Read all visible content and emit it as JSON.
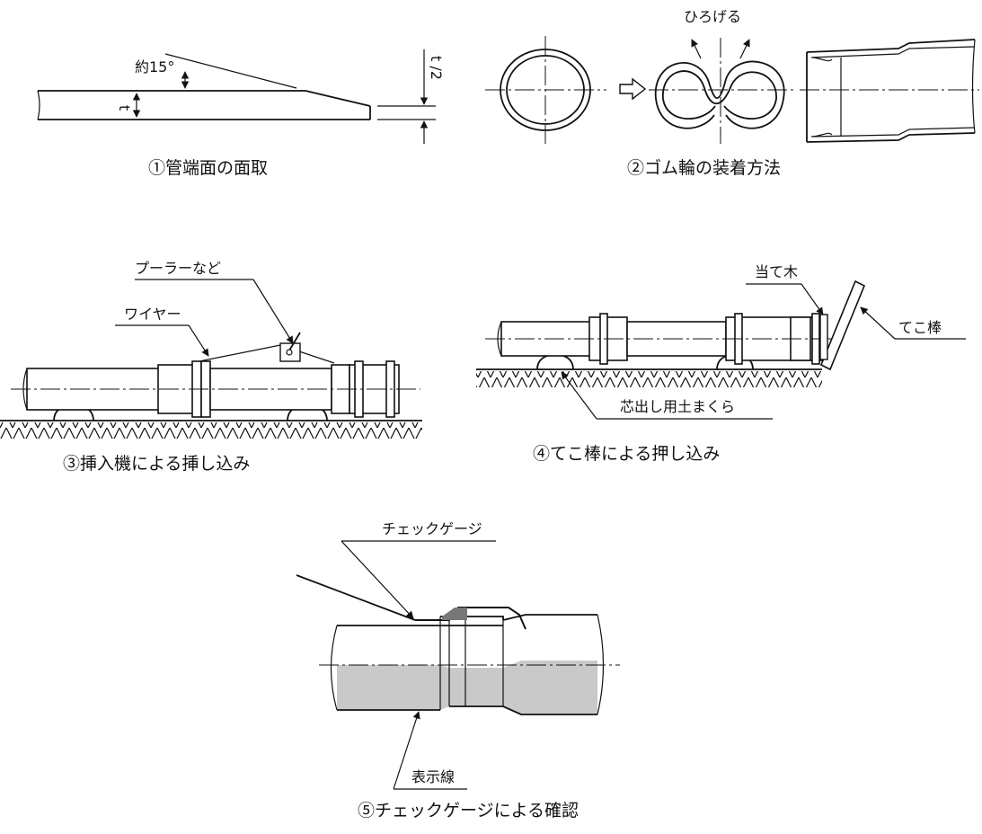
{
  "figure1": {
    "caption": "①管端面の面取",
    "angle_label": "約15°",
    "t_label": "t",
    "t_half_label": "t /2"
  },
  "figure2": {
    "caption": "②ゴム輪の装着方法",
    "spread_label": "ひろげる"
  },
  "figure3": {
    "caption": "③挿入機による挿し込み",
    "puller_label": "プーラーなど",
    "wire_label": "ワイヤー"
  },
  "figure4": {
    "caption": "④てこ棒による押し込み",
    "block_label": "当て木",
    "lever_label": "てこ棒",
    "pillow_label": "芯出し用土まくら"
  },
  "figure5": {
    "caption": "⑤チェックゲージによる確認",
    "gauge_label": "チェックゲージ",
    "mark_label": "表示線"
  }
}
